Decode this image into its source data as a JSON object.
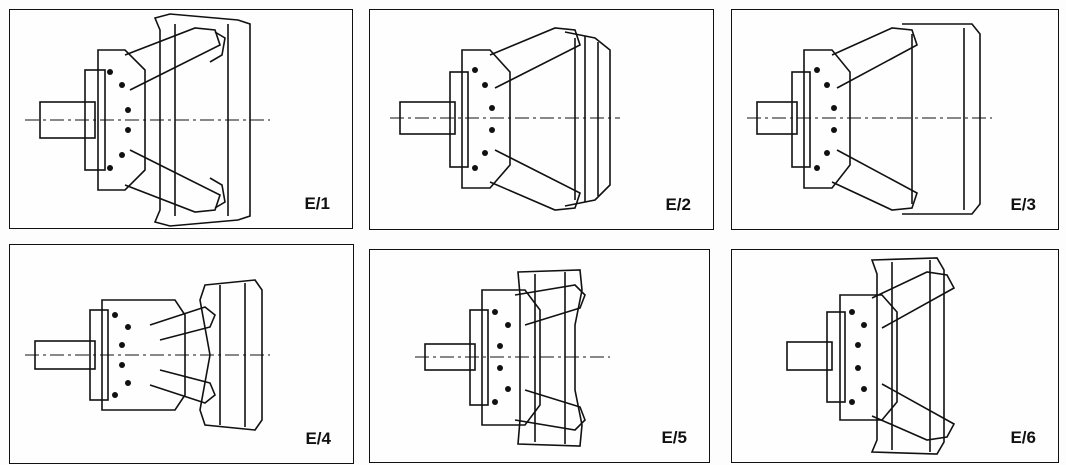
{
  "panels": [
    {
      "id": "p1",
      "label": "E/1",
      "jaw": "outer-clamp"
    },
    {
      "id": "p2",
      "label": "E/2",
      "jaw": "outer-clamp"
    },
    {
      "id": "p3",
      "label": "E/3",
      "jaw": "outer-clamp"
    },
    {
      "id": "p4",
      "label": "E/4",
      "jaw": "inner-clamp"
    },
    {
      "id": "p5",
      "label": "E/5",
      "jaw": "inner-clamp"
    },
    {
      "id": "p6",
      "label": "E/6",
      "jaw": "inner-clamp"
    }
  ]
}
